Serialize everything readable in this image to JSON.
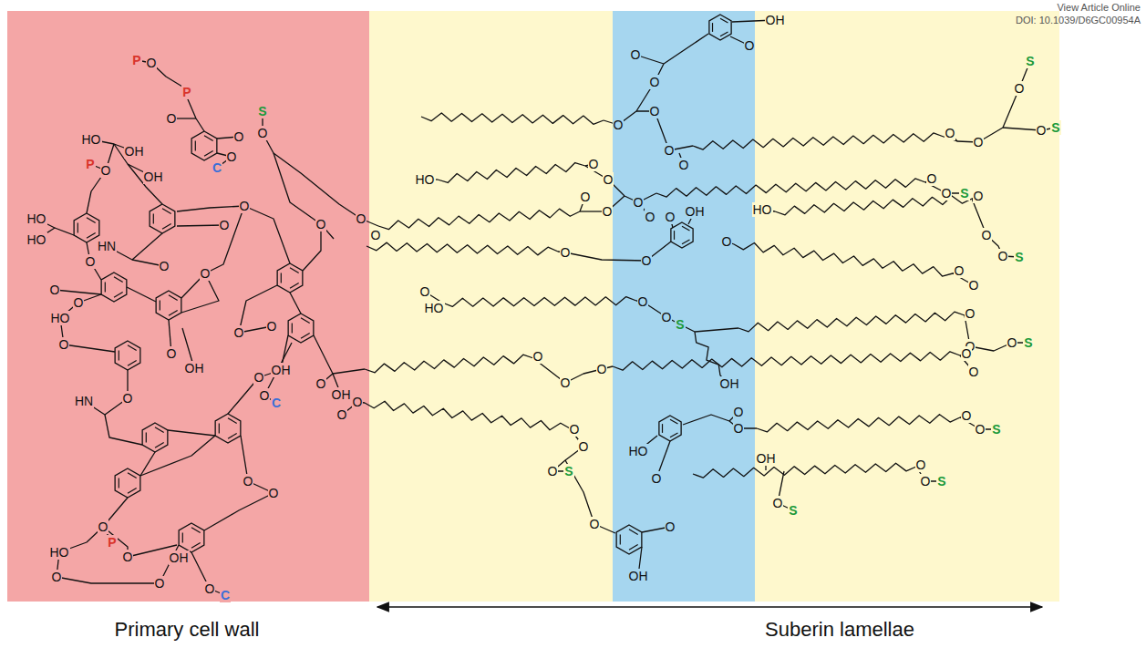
{
  "diagram": {
    "nodes": [
      {
        "text": [
          "Primary cell wall"
        ]
      },
      {
        "text": [
          "Suberin lamellae"
        ]
      }
    ],
    "labels": [
      "View Article Online",
      "DOI: 10.1039/D6GC00954A",
      "HO",
      "OH",
      "P",
      "O",
      "OH",
      "P",
      "O",
      "P",
      "O",
      "O",
      "O",
      "C",
      "S",
      "O",
      "O",
      "O",
      "O",
      "O",
      "O",
      "HN",
      "O",
      "HO",
      "HO",
      "O",
      "O",
      "O",
      "HO",
      "O",
      "O",
      "O",
      "OH",
      "O",
      "O",
      "HN",
      "O",
      "O",
      "OH",
      "OH",
      "O",
      "O",
      "C",
      "O",
      "O",
      "O",
      "O",
      "O",
      "P",
      "HO",
      "O",
      "OH",
      "O",
      "O",
      "O",
      "C",
      "O",
      "O",
      "O",
      "OH",
      "O",
      "O",
      "O",
      "O",
      "O",
      "O",
      "O",
      "S",
      "O",
      "S",
      "HO",
      "O",
      "O",
      "O",
      "O",
      "O",
      "O",
      "O",
      "S",
      "O",
      "HO",
      "O",
      "O",
      "O",
      "S",
      "O",
      "O",
      "O",
      "OH",
      "O",
      "O",
      "O",
      "O",
      "HO",
      "O",
      "O",
      "S",
      "OH",
      "O",
      "O",
      "O",
      "S",
      "O",
      "O",
      "O",
      "O",
      "O",
      "HO",
      "O",
      "O",
      "O",
      "O",
      "O",
      "S",
      "O",
      "O",
      "O",
      "S",
      "O",
      "O",
      "OH",
      "OH",
      "O",
      "S",
      "O",
      "O",
      "S"
    ]
  }
}
